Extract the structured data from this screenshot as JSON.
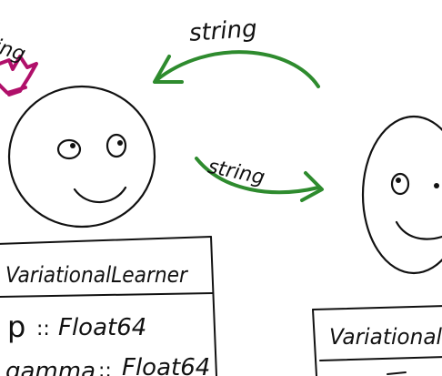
{
  "colors": {
    "ink": "#111111",
    "arrow": "#2e8b2e",
    "crown": "#b0106a"
  },
  "top_arrow": {
    "label": "string"
  },
  "middle_arrow": {
    "label": "string"
  },
  "crown_fragment": {
    "label": "ing"
  },
  "left_agent": {
    "class_name": "VariationalLearner",
    "fields": [
      {
        "name": "p",
        "type": "Float64"
      },
      {
        "name": "gamma",
        "type": "Float64"
      }
    ]
  },
  "right_agent": {
    "class_name": "Variational"
  }
}
